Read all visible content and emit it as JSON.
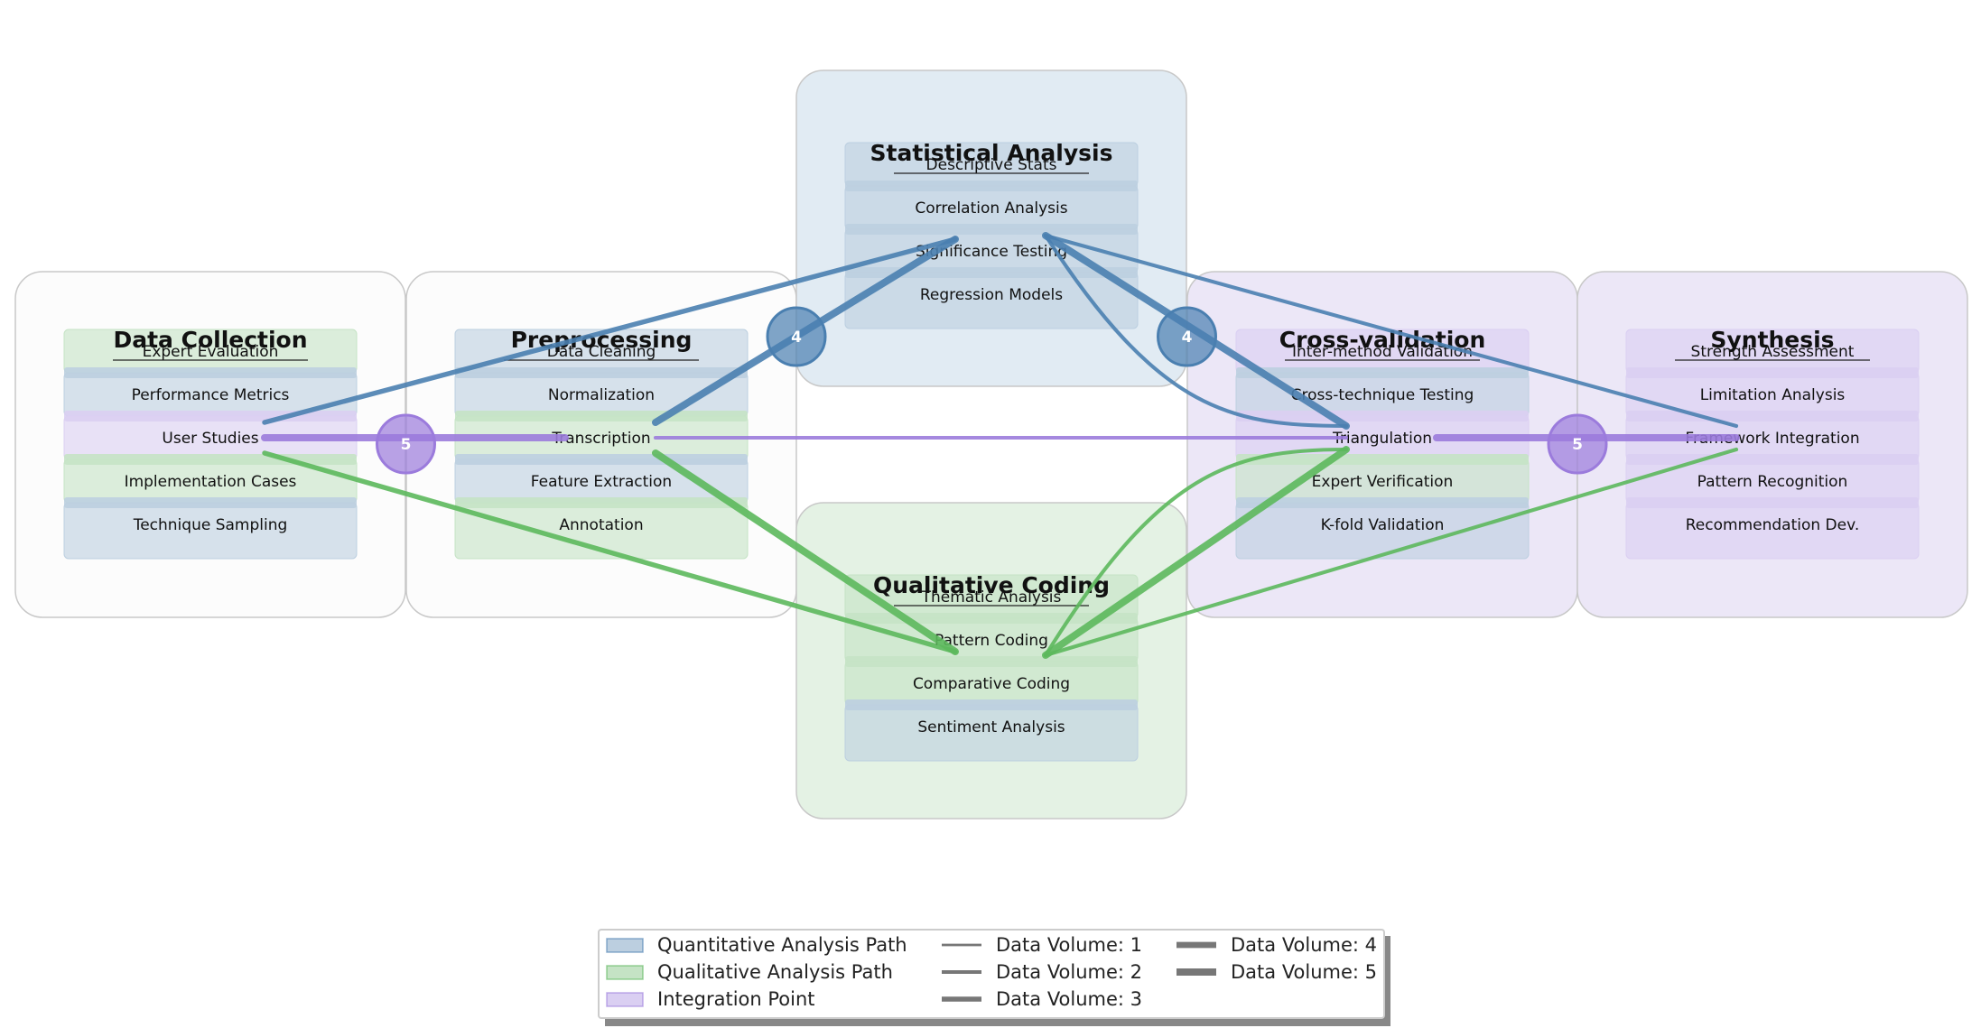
{
  "diagram": {
    "stages": [
      {
        "id": "data-collection",
        "title": "Data Collection",
        "type": "neutral",
        "items": [
          {
            "label": "Expert Evaluation",
            "type": "qual"
          },
          {
            "label": "Performance Metrics",
            "type": "quant"
          },
          {
            "label": "User Studies",
            "type": "integ"
          },
          {
            "label": "Implementation Cases",
            "type": "qual"
          },
          {
            "label": "Technique Sampling",
            "type": "quant"
          }
        ]
      },
      {
        "id": "preprocessing",
        "title": "Preprocessing",
        "type": "neutral",
        "items": [
          {
            "label": "Data Cleaning",
            "type": "quant"
          },
          {
            "label": "Normalization",
            "type": "quant"
          },
          {
            "label": "Transcription",
            "type": "qual"
          },
          {
            "label": "Feature Extraction",
            "type": "quant"
          },
          {
            "label": "Annotation",
            "type": "qual"
          }
        ]
      },
      {
        "id": "statistical-analysis",
        "title": "Statistical Analysis",
        "type": "quant",
        "items": [
          {
            "label": "Descriptive Stats",
            "type": "quant"
          },
          {
            "label": "Correlation Analysis",
            "type": "quant"
          },
          {
            "label": "Significance Testing",
            "type": "quant"
          },
          {
            "label": "Regression Models",
            "type": "quant"
          }
        ]
      },
      {
        "id": "qualitative-coding",
        "title": "Qualitative Coding",
        "type": "qual",
        "items": [
          {
            "label": "Thematic Analysis",
            "type": "qual"
          },
          {
            "label": "Pattern Coding",
            "type": "qual"
          },
          {
            "label": "Comparative Coding",
            "type": "qual"
          },
          {
            "label": "Sentiment Analysis",
            "type": "quant"
          }
        ]
      },
      {
        "id": "cross-validation",
        "title": "Cross-validation",
        "type": "integ",
        "items": [
          {
            "label": "Inter-method Validation",
            "type": "integ"
          },
          {
            "label": "Cross-technique Testing",
            "type": "quant"
          },
          {
            "label": "Triangulation",
            "type": "integ"
          },
          {
            "label": "Expert Verification",
            "type": "qual"
          },
          {
            "label": "K-fold Validation",
            "type": "quant"
          }
        ]
      },
      {
        "id": "synthesis",
        "title": "Synthesis",
        "type": "integ",
        "items": [
          {
            "label": "Strength Assessment",
            "type": "integ"
          },
          {
            "label": "Limitation Analysis",
            "type": "integ"
          },
          {
            "label": "Framework Integration",
            "type": "integ"
          },
          {
            "label": "Pattern Recognition",
            "type": "integ"
          },
          {
            "label": "Recommendation Dev.",
            "type": "integ"
          }
        ]
      }
    ],
    "flows": [
      {
        "from": "User Studies",
        "to": "Significance Testing",
        "path": "quant",
        "volume": 3,
        "curve": "straight"
      },
      {
        "from": "Transcription",
        "to": "Significance Testing",
        "path": "quant",
        "volume": 5,
        "curve": "straight"
      },
      {
        "from": "Significance Testing",
        "to": "Triangulation",
        "path": "quant",
        "volume": 5,
        "curve": "straight"
      },
      {
        "from": "Significance Testing",
        "to": "Framework Integration",
        "path": "quant",
        "volume": 2,
        "curve": "straight"
      },
      {
        "from": "Significance Testing",
        "to": "Triangulation",
        "path": "quant",
        "volume": 2,
        "curve": "curved"
      },
      {
        "from": "User Studies",
        "to": "Pattern Coding",
        "path": "qual",
        "volume": 3,
        "curve": "straight"
      },
      {
        "from": "Transcription",
        "to": "Pattern Coding",
        "path": "qual",
        "volume": 5,
        "curve": "straight"
      },
      {
        "from": "Pattern Coding",
        "to": "Triangulation",
        "path": "qual",
        "volume": 5,
        "curve": "straight"
      },
      {
        "from": "Pattern Coding",
        "to": "Framework Integration",
        "path": "qual",
        "volume": 2,
        "curve": "straight"
      },
      {
        "from": "Pattern Coding",
        "to": "Triangulation",
        "path": "qual",
        "volume": 2,
        "curve": "curved"
      },
      {
        "from": "User Studies",
        "to": "Transcription",
        "path": "integ",
        "volume": 5,
        "curve": "straight"
      },
      {
        "from": "Transcription",
        "to": "Triangulation",
        "path": "integ",
        "volume": 2,
        "curve": "straight"
      },
      {
        "from": "Triangulation",
        "to": "Framework Integration",
        "path": "integ",
        "volume": 5,
        "curve": "straight"
      }
    ],
    "badges": [
      {
        "label": "5",
        "path": "integ",
        "between": [
          "data-collection",
          "preprocessing"
        ]
      },
      {
        "label": "4",
        "path": "quant",
        "between": [
          "preprocessing",
          "statistical-analysis"
        ]
      },
      {
        "label": "4",
        "path": "quant",
        "between": [
          "statistical-analysis",
          "cross-validation"
        ]
      },
      {
        "label": "5",
        "path": "integ",
        "between": [
          "cross-validation",
          "synthesis"
        ]
      }
    ]
  },
  "legend": {
    "paths": [
      {
        "key": "quant",
        "label": "Quantitative Analysis Path"
      },
      {
        "key": "qual",
        "label": "Qualitative Analysis Path"
      },
      {
        "key": "integ",
        "label": "Integration Point"
      }
    ],
    "volumes": [
      {
        "label": "Data Volume: 1",
        "volume": 1
      },
      {
        "label": "Data Volume: 2",
        "volume": 2
      },
      {
        "label": "Data Volume: 3",
        "volume": 3
      },
      {
        "label": "Data Volume: 4",
        "volume": 4
      },
      {
        "label": "Data Volume: 5",
        "volume": 5
      }
    ]
  },
  "colors": {
    "quant": "#4a7fb0",
    "qual": "#5cb85c",
    "integ": "#9b7bdc",
    "quant_fill": "#bccfe0",
    "qual_fill": "#c5e3c5",
    "integ_fill": "#dacff2",
    "quant_bg": "#e1ebf3",
    "qual_bg": "#e4f2e4",
    "integ_bg": "#ece7f7",
    "neutral_bg": "#fcfcfc",
    "volume_line": "#777777"
  }
}
